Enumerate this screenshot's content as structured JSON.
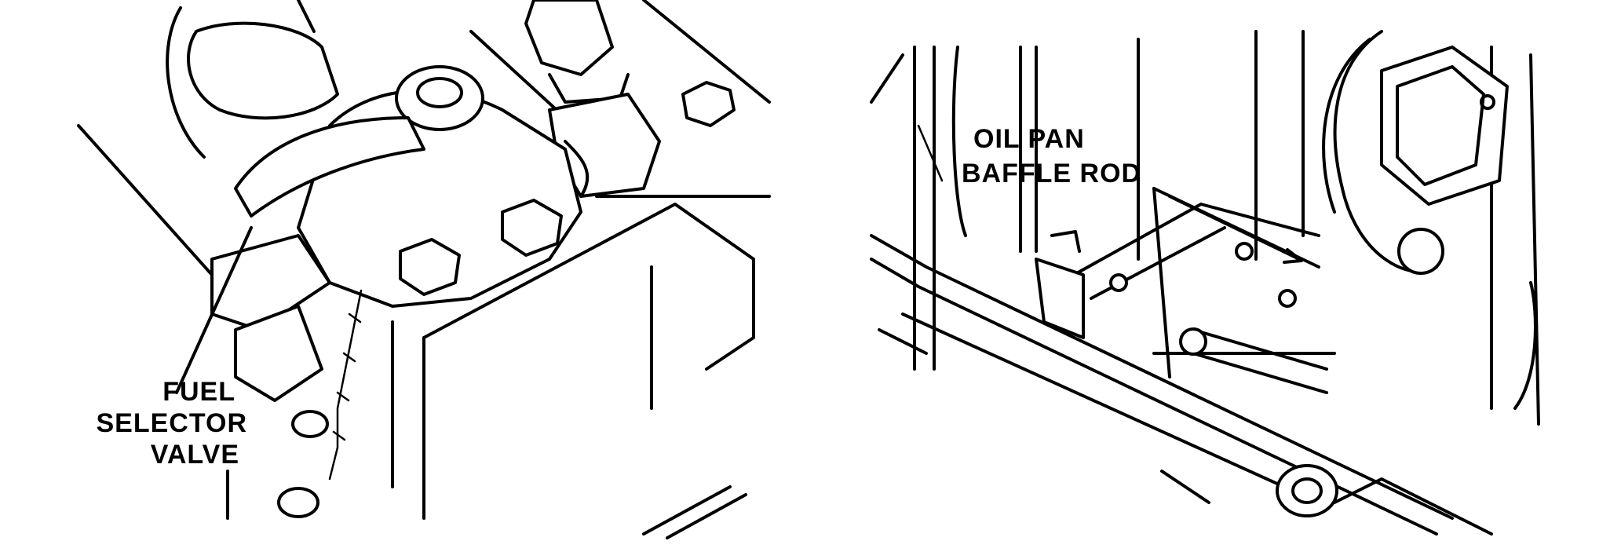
{
  "left_figure": {
    "callout": {
      "line1": "FUEL",
      "line2": "SELECTOR",
      "line3": "VALVE"
    }
  },
  "right_figure": {
    "callout": {
      "line1": "OIL PAN",
      "line2": "BAFFLE ROD"
    }
  },
  "colors": {
    "ink": "#000000",
    "paper": "#ffffff"
  }
}
